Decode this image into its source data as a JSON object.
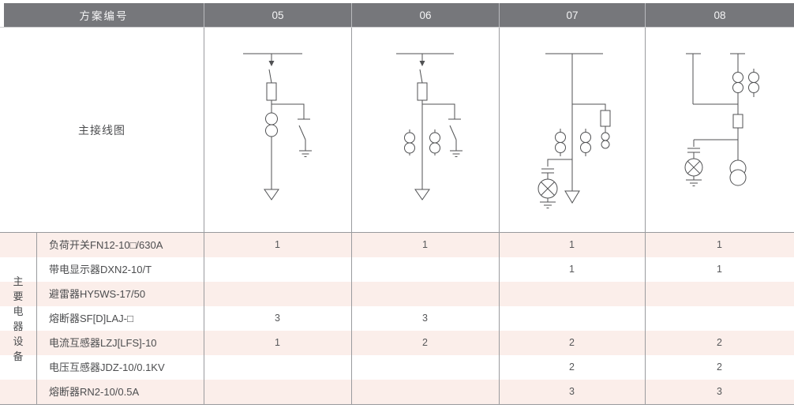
{
  "table": {
    "header": {
      "label": "方案编号",
      "schemes": [
        "05",
        "06",
        "07",
        "08"
      ]
    },
    "diagram_row": {
      "label": "主接线图",
      "diagrams": [
        {
          "scheme": "05",
          "icon": "single-line-diagram-busbar-loadswitch-fuse-ct-earthswitch-cable"
        },
        {
          "scheme": "06",
          "icon": "single-line-diagram-busbar-loadswitch-fuse-2ct-earthswitch-cable"
        },
        {
          "scheme": "07",
          "icon": "single-line-diagram-busbar-2ct-fuse-pt-indicator-cable"
        },
        {
          "scheme": "08",
          "icon": "single-line-diagram-two-busbars-2ct-fuse-indicator-pt"
        }
      ]
    },
    "equipment": {
      "group_label": "主要电器设备",
      "rows": [
        {
          "name": "负荷开关FN12-10□/630A",
          "qty": [
            "1",
            "1",
            "1",
            "1"
          ]
        },
        {
          "name": "带电显示器DXN2-10/T",
          "qty": [
            "",
            "",
            "1",
            "1"
          ]
        },
        {
          "name": "避雷器HY5WS-17/50",
          "qty": [
            "",
            "",
            "",
            ""
          ]
        },
        {
          "name": "熔断器SF[D]LAJ-□",
          "qty": [
            "3",
            "3",
            "",
            ""
          ]
        },
        {
          "name": "电流互感器LZJ[LFS]-10",
          "qty": [
            "1",
            "2",
            "2",
            "2"
          ]
        },
        {
          "name": "电压互感器JDZ-10/0.1KV",
          "qty": [
            "",
            "",
            "2",
            "2"
          ]
        },
        {
          "name": "熔断器RN2-10/0.5A",
          "qty": [
            "",
            "",
            "3",
            "3"
          ]
        }
      ]
    },
    "colors": {
      "header_bg": "#76777B",
      "row_pink": "#FBEEEA",
      "grid_line": "#9A9B9E",
      "text": "#4C4D4F",
      "diagram_stroke": "#505153"
    }
  }
}
